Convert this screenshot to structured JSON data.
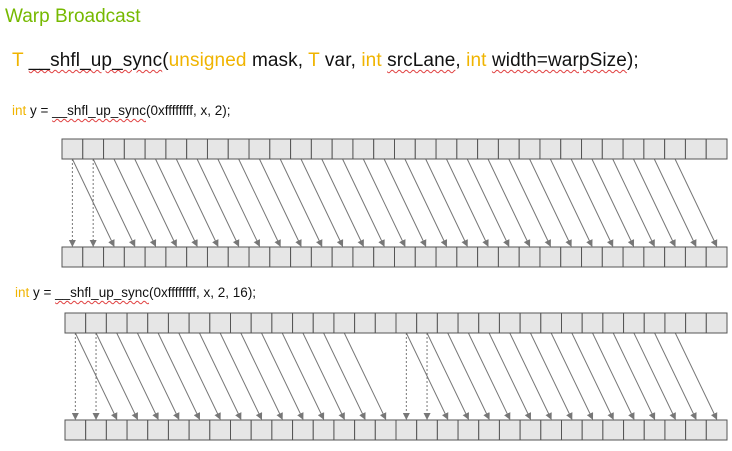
{
  "title": "Warp Broadcast",
  "signature": {
    "type_prefix": "T",
    "fn_name": "__shfl_up_sync",
    "open_paren": "(",
    "kw_unsigned": "unsigned",
    "mask_param": " mask, ",
    "kw_T": "T",
    "var_param": " var, ",
    "kw_int1": "int",
    "src_param": "srcLane",
    "comma": ", ",
    "kw_int2": "int",
    "width_param": "width=warpSize",
    "close": ");"
  },
  "example1": {
    "kw": "int",
    "lhs": " y = ",
    "fn": "__shfl_up_sync",
    "args": "(0xffffffff, x, 2);"
  },
  "example2": {
    "kw": "int",
    "lhs": " y = ",
    "fn": "__shfl_up_sync",
    "args": "(0xffffffff, x, 2, 16);"
  },
  "diagrams": [
    {
      "lanes": 32,
      "delta": 2,
      "width": 32
    },
    {
      "lanes": 32,
      "delta": 2,
      "width": 16
    }
  ],
  "colors": {
    "title": "#76b900",
    "keyword": "#f0b400",
    "lane_fill": "#e6e6e6",
    "lane_stroke": "#555555",
    "arrow": "#777777"
  }
}
